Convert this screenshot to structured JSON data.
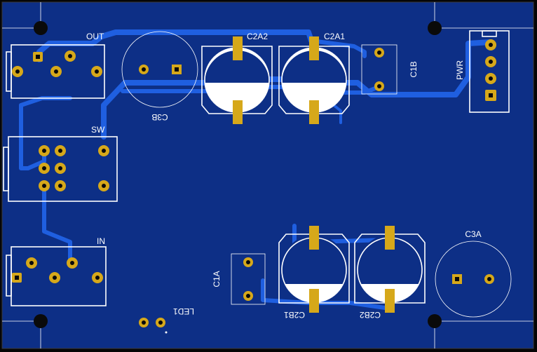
{
  "board": {
    "background": "#0d2f86",
    "trace_color": "#1f5fe0",
    "silk_color": "#ffffff",
    "pad_color": "#d6a81a"
  },
  "labels": {
    "out": "OUT",
    "sw": "SW",
    "in": "IN",
    "c2a2": "C2A2",
    "c2a1": "C2A1",
    "c1b": "C1B",
    "pwr": "PWR",
    "c3b": "C3B",
    "c3a": "C3A",
    "c1a": "C1A",
    "c2b1": "C2B1",
    "c2b2": "C2B2",
    "led1": "LED1"
  }
}
